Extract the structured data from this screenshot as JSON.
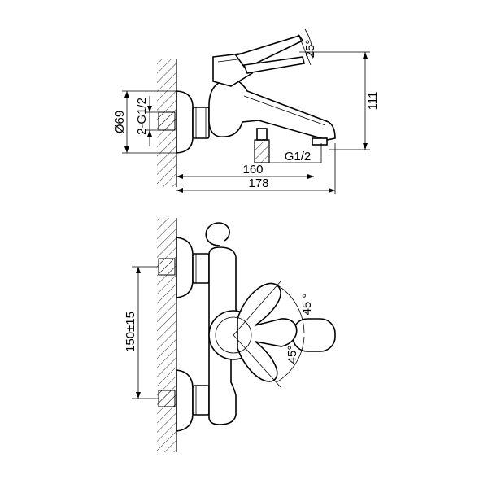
{
  "labels": {
    "dim_111": "111",
    "dim_25deg": "25°",
    "dim_d69": "Ø69",
    "dim_2g12": "2-G1/2",
    "dim_g12": "G1/2",
    "dim_160": "160",
    "dim_178": "178",
    "dim_150": "150±15",
    "dim_45_top": "45 °",
    "dim_45_bot": "45°"
  }
}
